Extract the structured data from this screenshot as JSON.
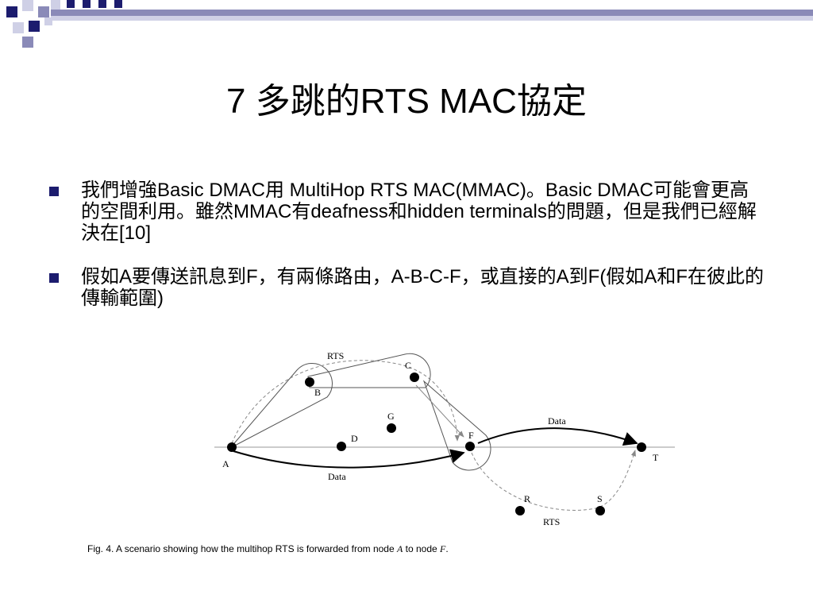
{
  "slide": {
    "title": "7 多跳的RTS  MAC協定",
    "bullets": [
      {
        "text": "我們增強Basic DMAC用 MultiHop RTS MAC(MMAC)。Basic DMAC可能會更高的空間利用。雖然MMAC有deafness和hidden terminals的問題，但是我們已經解決在[10]"
      },
      {
        "text": "假如A要傳送訊息到F，有兩條路由，A-B-C-F，或直接的A到F(假如A和F在彼此的傳輸範圍)"
      }
    ]
  },
  "deco": {
    "dark": "#1c1c6e",
    "mid": "#8a8ab8",
    "light": "#cfd0e6"
  },
  "figure": {
    "nodes": [
      {
        "id": "A",
        "label": "A"
      },
      {
        "id": "B",
        "label": "B"
      },
      {
        "id": "C",
        "label": "C"
      },
      {
        "id": "D",
        "label": "D"
      },
      {
        "id": "G",
        "label": "G"
      },
      {
        "id": "F",
        "label": "F"
      },
      {
        "id": "R",
        "label": "R"
      },
      {
        "id": "S",
        "label": "S"
      },
      {
        "id": "T",
        "label": "T"
      }
    ],
    "edge_labels": {
      "rts_top": "RTS",
      "rts_bottom": "RTS",
      "data_bottom": "Data",
      "data_top": "Data"
    },
    "caption_prefix": "Fig. 4. A scenario showing how the multihop RTS is forwarded from node ",
    "caption_node_a": "A",
    "caption_mid": " to node ",
    "caption_node_f": "F",
    "caption_suffix": "."
  }
}
